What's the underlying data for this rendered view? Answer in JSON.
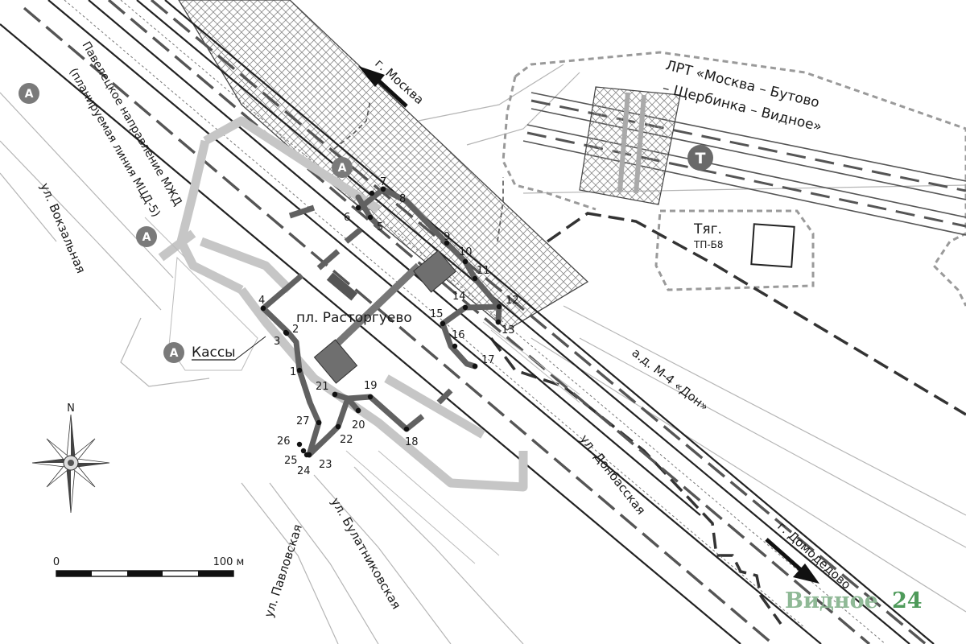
{
  "labels": {
    "street_vokzalnaya": "ул. Вокзальная",
    "street_pavlovskaya": "ул. Павловская",
    "street_bulatnikovskaya": "ул. Булатниковская",
    "street_donbasskaya": "ул. Донбасская",
    "road_m4": "а.д. М-4 «Дон»",
    "direction_moscow": "г. Москва",
    "direction_domodedovo": "г. Домодедово",
    "railway_line_1": "Павелецкое направление МЖД",
    "railway_line_2": "(планируемая линия МЦД-5)",
    "lrt_line_1": "ЛРТ «Москва – Бутово",
    "lrt_line_2": "– Щербинка – Видное»",
    "station": "пл. Расторгуево",
    "ticket_office": "Кассы",
    "substation_1": "Тяг.",
    "substation_2": "ТП-Б8",
    "bus_stop_letter": "А",
    "tram_stop_letter": "Т"
  },
  "compass": {
    "north_label": "N"
  },
  "scale_bar": {
    "start_label": "0",
    "end_label": "100 м"
  },
  "watermark": {
    "part1": "Видное",
    "part2": "24",
    "color_text": "#8fb996",
    "color_number": "#4e9a5a"
  },
  "points": [
    {
      "label": "1"
    },
    {
      "label": "2"
    },
    {
      "label": "3"
    },
    {
      "label": "4"
    },
    {
      "label": "5"
    },
    {
      "label": "6"
    },
    {
      "label": "7"
    },
    {
      "label": "8"
    },
    {
      "label": "9"
    },
    {
      "label": "10"
    },
    {
      "label": "11"
    },
    {
      "label": "12"
    },
    {
      "label": "13"
    },
    {
      "label": "14"
    },
    {
      "label": "15"
    },
    {
      "label": "16"
    },
    {
      "label": "17"
    },
    {
      "label": "18"
    },
    {
      "label": "19"
    },
    {
      "label": "20"
    },
    {
      "label": "21"
    },
    {
      "label": "22"
    },
    {
      "label": "23"
    },
    {
      "label": "24"
    },
    {
      "label": "25"
    },
    {
      "label": "26"
    },
    {
      "label": "27"
    }
  ]
}
